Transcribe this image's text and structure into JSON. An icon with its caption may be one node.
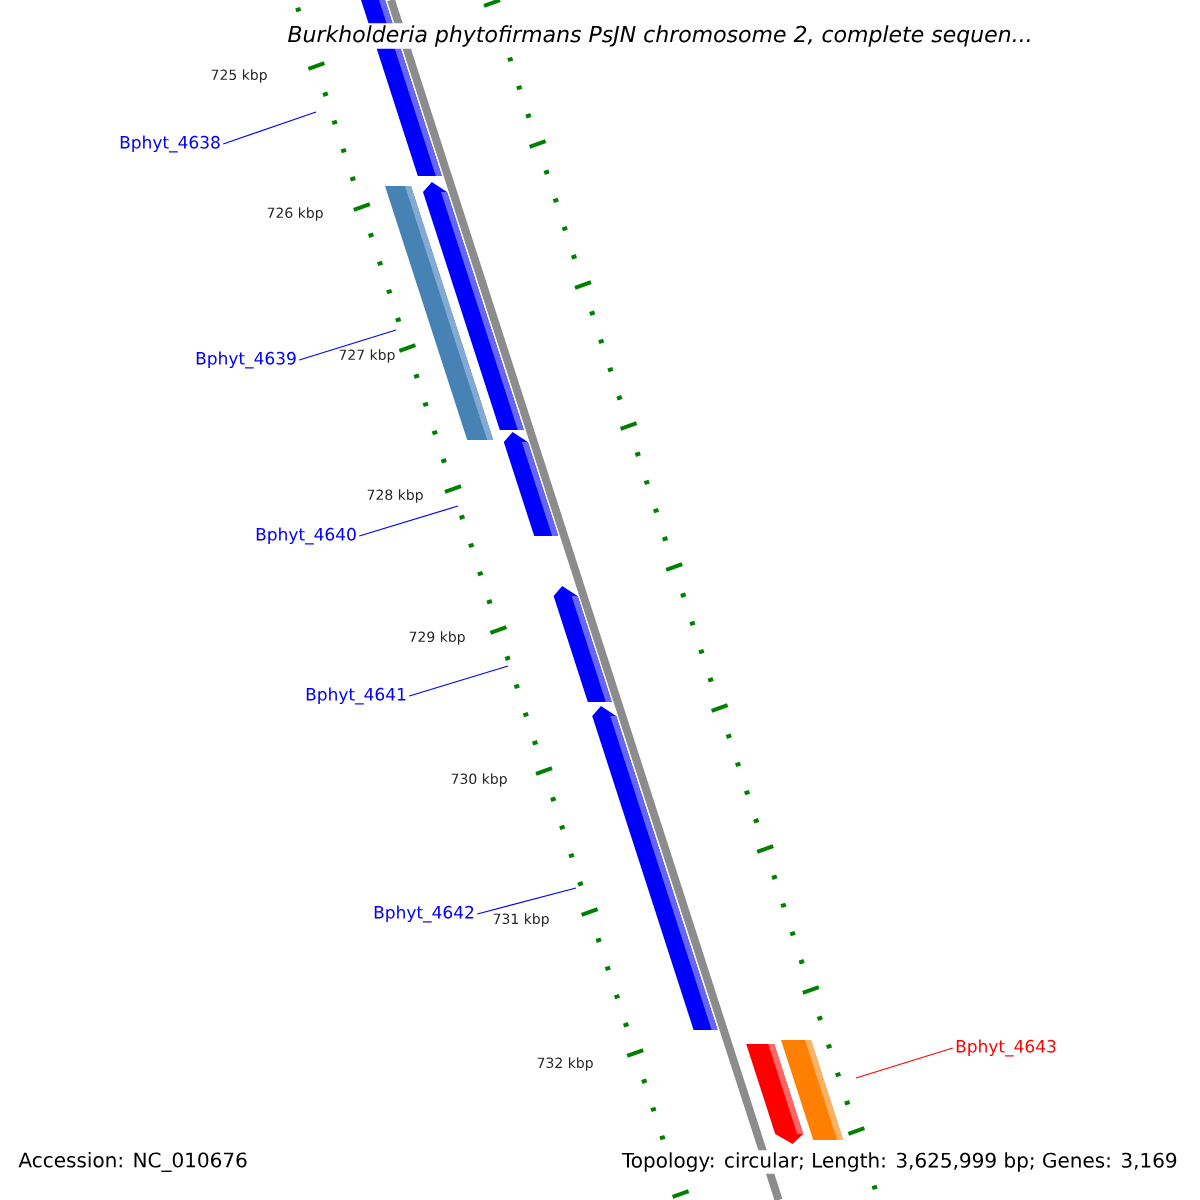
{
  "diagram": {
    "title": "Burkholderia phytofirmans PsJN chromosome 2, complete sequen...",
    "nodes": [
      {
        "text": [
          "Bphyt_4638"
        ]
      },
      {
        "text": [
          "Bphyt_4639"
        ]
      },
      {
        "text": [
          "Bphyt_4640"
        ]
      },
      {
        "text": [
          "Bphyt_4641"
        ]
      },
      {
        "text": [
          "Bphyt_4642"
        ]
      },
      {
        "text": [
          "Bphyt_4643"
        ]
      }
    ],
    "edges": [
      {
        "from": 0,
        "to": null,
        "arrow": "none"
      },
      {
        "from": 1,
        "to": null,
        "arrow": "none"
      },
      {
        "from": 2,
        "to": null,
        "arrow": "none"
      },
      {
        "from": 3,
        "to": null,
        "arrow": "none"
      },
      {
        "from": 4,
        "to": null,
        "arrow": "none"
      },
      {
        "from": 5,
        "to": null,
        "arrow": "none",
        "color": "#ff0000"
      }
    ],
    "labels": [
      "725 kbp",
      "726 kbp",
      "727 kbp",
      "728 kbp",
      "729 kbp",
      "730 kbp",
      "731 kbp",
      "732 kbp",
      "Accession: NC_010676",
      "Topology: circular; Length: 3,625,999 bp; Genes: 3,169"
    ]
  }
}
